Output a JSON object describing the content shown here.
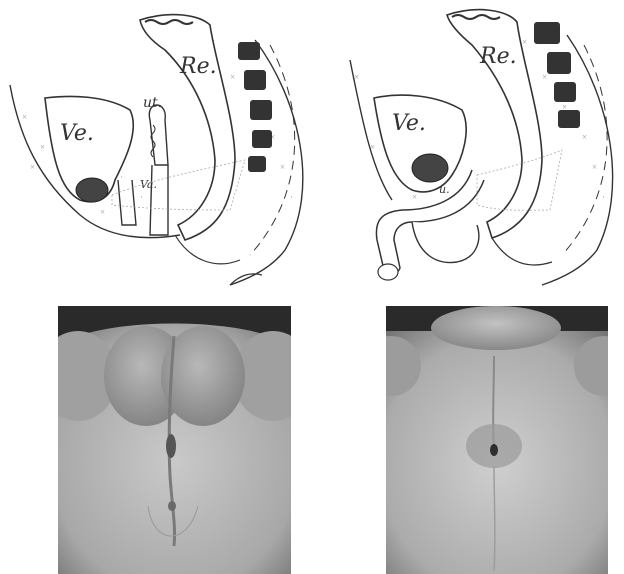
{
  "figure": {
    "sketch_left": {
      "labels": {
        "ve": "Ve.",
        "re": "Re.",
        "ut": "ut.",
        "va": "Va."
      }
    },
    "sketch_right": {
      "labels": {
        "ve": "Ve.",
        "re": "Re.",
        "u": "u."
      }
    }
  }
}
